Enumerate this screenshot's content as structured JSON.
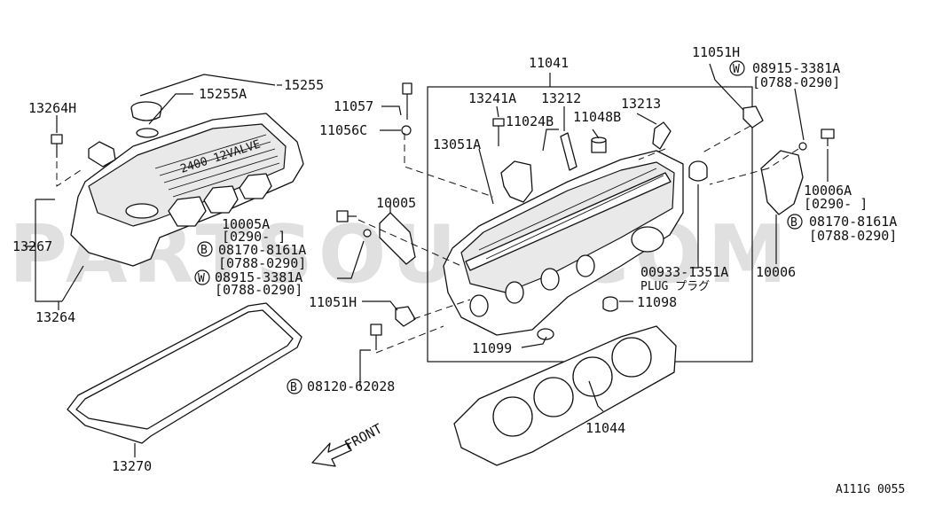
{
  "watermark": "PARTSOUQ.COM",
  "figure_code": "A111G 0055",
  "front_label": "FRONT",
  "cover_emboss": "2400 12VALVE",
  "labels": {
    "p15255": "15255",
    "p15255a": "15255A",
    "p13264h": "13264H",
    "p13267": "13267",
    "p13264": "13264",
    "p13270": "13270",
    "p11057": "11057",
    "p11056c": "11056C",
    "p10005a": "10005A",
    "p10005a_range": "[0290-  ]",
    "p08170_left": "08170-8161A",
    "p08170_left_range": "[0788-0290]",
    "p08915_left": "08915-3381A",
    "p08915_left_range": "[0788-0290]",
    "p10005": "10005",
    "p11051h_left": "11051H",
    "p08120": "08120-62028",
    "p11041": "11041",
    "p13241a": "13241A",
    "p13212": "13212",
    "p13213": "13213",
    "p11024b": "11024B",
    "p11048b": "11048B",
    "p13051a": "13051A",
    "p11051h_right": "11051H",
    "p08915_right": "08915-3381A",
    "p08915_right_range": "[0788-0290]",
    "p10006a": "10006A",
    "p10006a_range": "[0290-    ]",
    "p08170_right": "08170-8161A",
    "p08170_right_range": "[0788-0290]",
    "p10006": "10006",
    "p00933": "00933-1351A",
    "p00933_desc": "PLUG プラグ",
    "p11098": "11098",
    "p11099": "11099",
    "p11044": "11044"
  },
  "markers": {
    "bolt": "B",
    "washer": "W"
  }
}
